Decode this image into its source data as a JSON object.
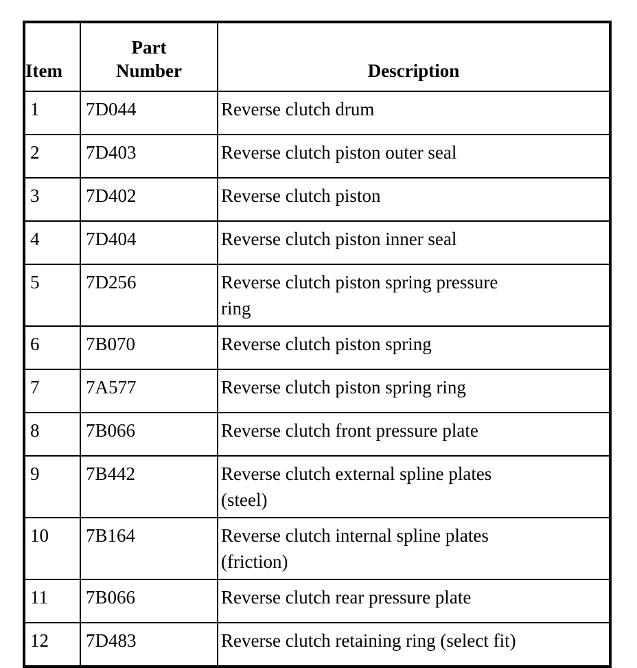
{
  "table": {
    "columns": [
      {
        "label": "Item"
      },
      {
        "label": "Part Number"
      },
      {
        "label": "Description"
      }
    ],
    "rows": [
      {
        "item": "1",
        "part_number": "7D044",
        "description": "Reverse clutch drum"
      },
      {
        "item": "2",
        "part_number": "7D403",
        "description": "Reverse clutch piston outer seal"
      },
      {
        "item": "3",
        "part_number": "7D402",
        "description": "Reverse clutch piston"
      },
      {
        "item": "4",
        "part_number": "7D404",
        "description": "Reverse clutch piston inner seal"
      },
      {
        "item": "5",
        "part_number": "7D256",
        "description": "Reverse clutch piston spring pressure\nring"
      },
      {
        "item": "6",
        "part_number": "7B070",
        "description": "Reverse clutch piston spring"
      },
      {
        "item": "7",
        "part_number": "7A577",
        "description": "Reverse clutch piston spring ring"
      },
      {
        "item": "8",
        "part_number": "7B066",
        "description": "Reverse clutch front pressure plate"
      },
      {
        "item": "9",
        "part_number": "7B442",
        "description": "Reverse clutch external spline plates\n(steel)"
      },
      {
        "item": "10",
        "part_number": "7B164",
        "description": "Reverse clutch internal spline plates\n(friction)"
      },
      {
        "item": "11",
        "part_number": "7B066",
        "description": "Reverse clutch rear pressure plate"
      },
      {
        "item": "12",
        "part_number": "7D483",
        "description": "Reverse clutch retaining ring (select fit)"
      }
    ],
    "colors": {
      "border": "#000000",
      "text": "#000000",
      "background": "#ffffff"
    }
  }
}
